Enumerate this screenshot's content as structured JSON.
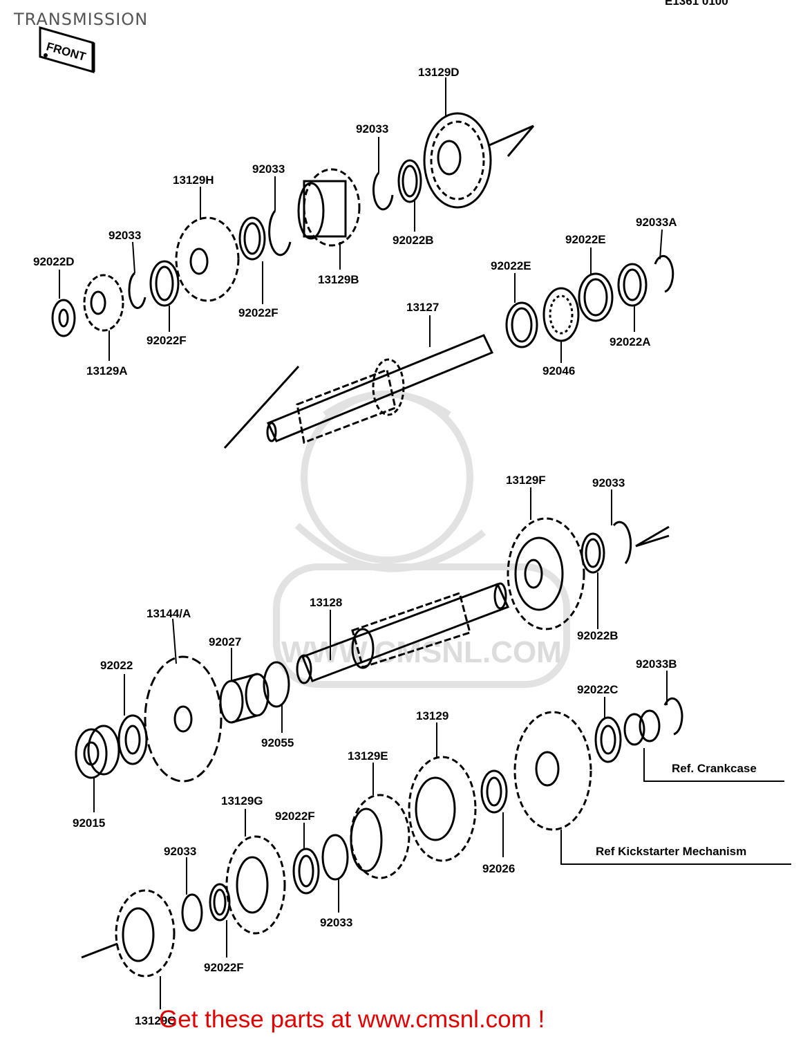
{
  "header": {
    "title": "TRANSMISSION",
    "ref_code": "E1361 0100",
    "front_label": "FRONT"
  },
  "parts": {
    "p_13129D": "13129D",
    "p_92033_a": "92033",
    "p_92022B_a": "92022B",
    "p_13129H": "13129H",
    "p_92033_b": "92033",
    "p_13129B": "13129B",
    "p_92033_c": "92033",
    "p_92022D": "92022D",
    "p_92022F_a": "92022F",
    "p_92022F_b": "92022F",
    "p_13129A": "13129A",
    "p_92022E_a": "92022E",
    "p_92022E_b": "92022E",
    "p_92033A": "92033A",
    "p_92022A": "92022A",
    "p_13127": "13127",
    "p_92046": "92046",
    "p_13129F": "13129F",
    "p_92033_d": "92033",
    "p_92022B_b": "92022B",
    "p_13128": "13128",
    "p_13144A": "13144/A",
    "p_92027": "92027",
    "p_92022": "92022",
    "p_92055": "92055",
    "p_92033B": "92033B",
    "p_92022C": "92022C",
    "p_13129": "13129",
    "p_13129E": "13129E",
    "p_92015": "92015",
    "p_13129G": "13129G",
    "p_92022F_c": "92022F",
    "p_92033_e": "92033",
    "p_92033_f": "92033",
    "p_92026": "92026",
    "p_92022F_d": "92022F",
    "p_13129C": "13129C"
  },
  "references": {
    "crankcase": "Ref. Crankcase",
    "kickstarter": "Ref  Kickstarter Mechanism"
  },
  "watermark": "WWW.CMSNL.COM",
  "footer": {
    "promo": "Get these parts at www.cmsnl.com !"
  },
  "colors": {
    "promo_text": "#e00000",
    "title_text": "#555555",
    "line_art": "#000000",
    "watermark": "#dddddd"
  }
}
